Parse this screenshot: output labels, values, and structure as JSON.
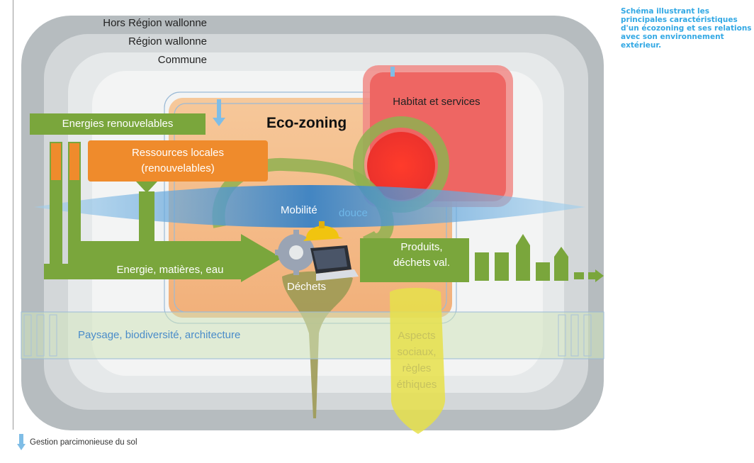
{
  "zones": {
    "outer": "Hors Région wallonne",
    "region": "Région wallonne",
    "commune": "Commune"
  },
  "title": "Eco-zoning",
  "boxes": {
    "energies": "Energies renouvelables",
    "ressources_line1": "Ressources locales",
    "ressources_line2": "(renouvelables)",
    "habitat": "Habitat et services",
    "mobilite": "Mobilité",
    "mobilite_douce": "douce",
    "energie_matieres": "Energie, matières, eau",
    "produits_line1": "Produits,",
    "produits_line2": "déchets val.",
    "dechets": "Déchets",
    "paysage": "Paysage, biodiversité, architecture",
    "aspects_line1": "Aspects",
    "aspects_line2": "sociaux,",
    "aspects_line3": "règles",
    "aspects_line4": "éthiques"
  },
  "caption": "Schéma illustrant les principales caractéristiques d'un écozoning et ses relations avec son environnement extérieur.",
  "legend": {
    "label": "Gestion parcimonieuse du sol",
    "icon": "down-arrow-icon"
  },
  "colors": {
    "green": "#7aa63c",
    "orange": "#ef8b2c",
    "red": "#e8302c",
    "blue": "#2f7fc8",
    "yellow": "#e6e04a",
    "caption": "#32a8e4"
  }
}
